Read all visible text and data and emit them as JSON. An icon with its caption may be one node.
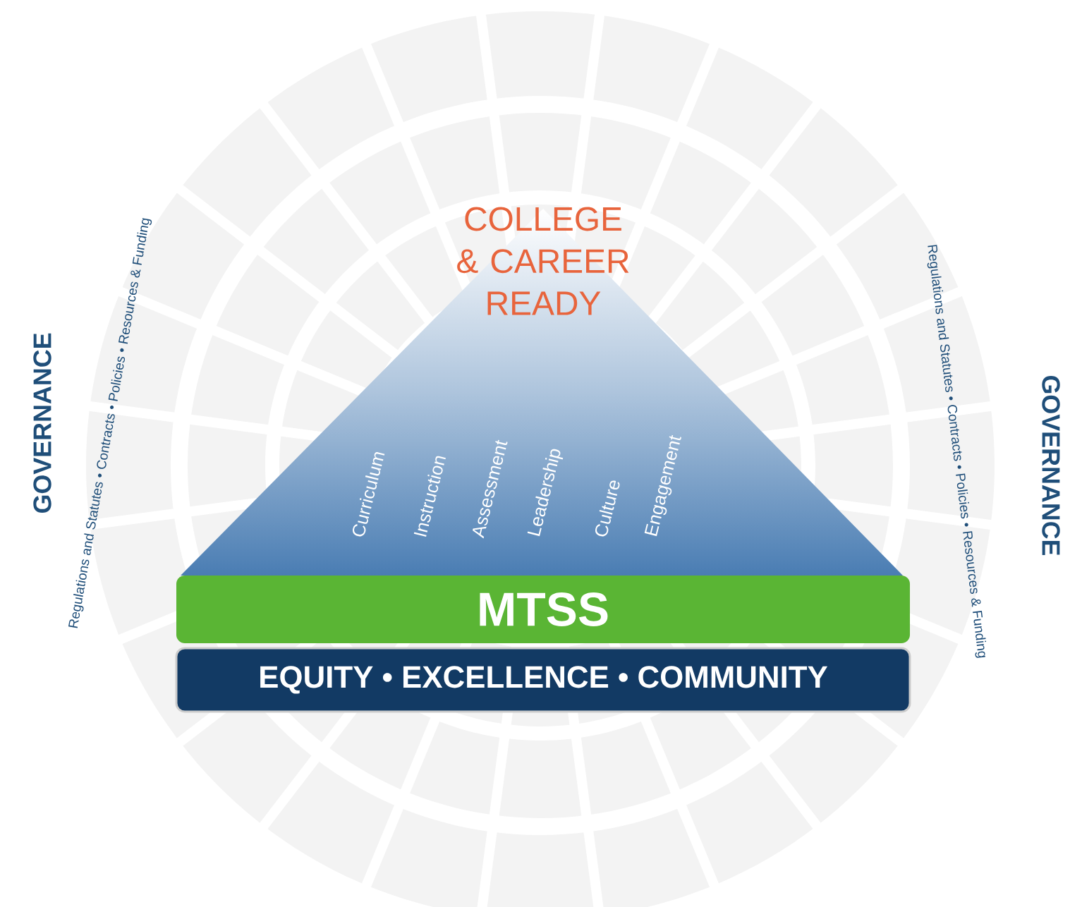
{
  "diagram": {
    "nodes": [
      {
        "text": [
          "COLLEGE & CAREER READY",
          "Curriculum",
          "Instruction",
          "Assessment",
          "Leadership",
          "Culture",
          "Engagement"
        ]
      },
      {
        "text": [
          "MTSS"
        ]
      },
      {
        "text": [
          "EQUITY • EXCELLENCE • COMMUNITY"
        ]
      }
    ],
    "labels": [
      "GOVERNANCE",
      "Regulations and Statutes • Contracts • Policies • Resources & Funding",
      "GOVERNANCE",
      "Regulations and Statutes • Contracts • Policies • Resources & Funding"
    ]
  }
}
